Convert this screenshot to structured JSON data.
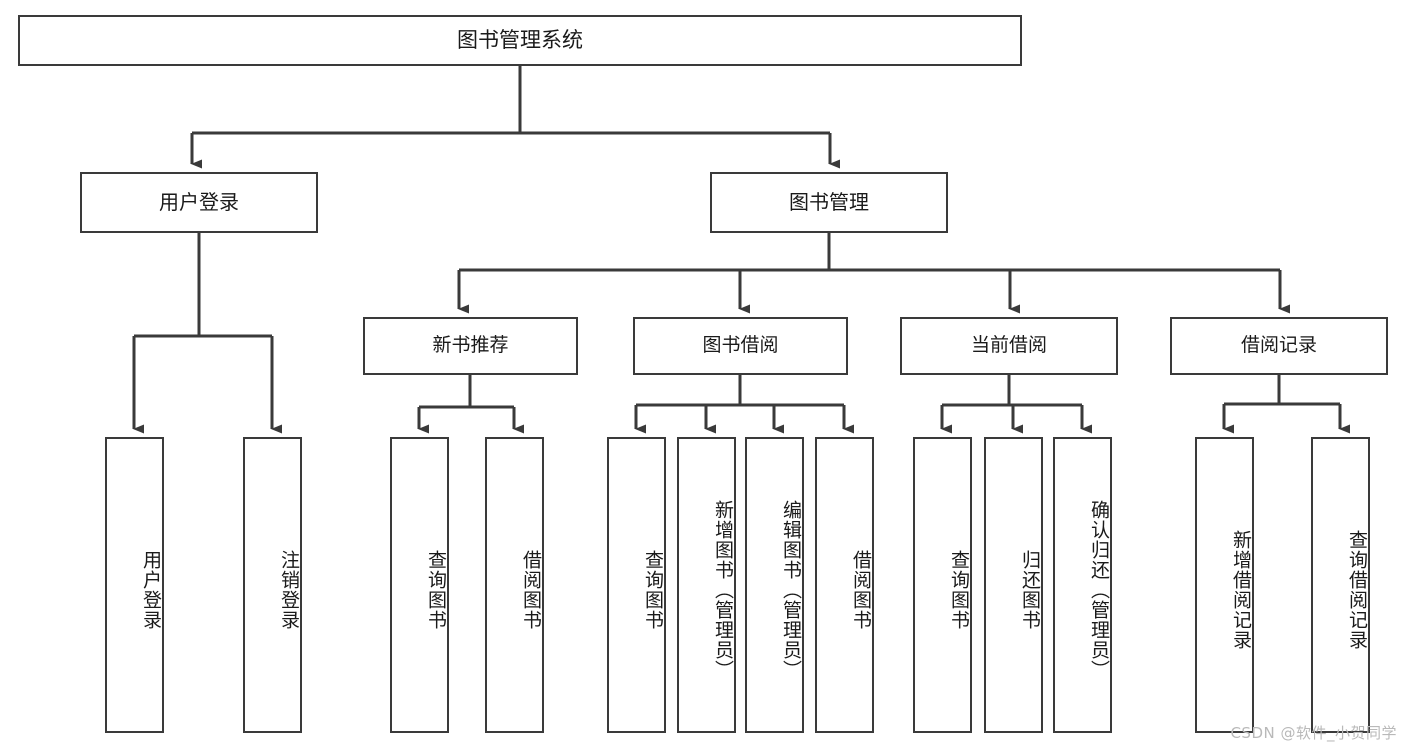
{
  "diagram": {
    "type": "tree",
    "title": "图书管理系统",
    "root": {
      "label": "图书管理系统"
    },
    "level2": [
      {
        "label": "用户登录"
      },
      {
        "label": "图书管理"
      }
    ],
    "level3": [
      {
        "label": "新书推荐"
      },
      {
        "label": "图书借阅"
      },
      {
        "label": "当前借阅"
      },
      {
        "label": "借阅记录"
      }
    ],
    "leaves": {
      "user_login": [
        {
          "label": "用户登录"
        },
        {
          "label": "注销登录"
        }
      ],
      "new_book_recommend": [
        {
          "label": "查询图书"
        },
        {
          "label": "借阅图书"
        }
      ],
      "book_borrow": [
        {
          "label": "查询图书"
        },
        {
          "label": "新增图书（管理员）"
        },
        {
          "label": "编辑图书（管理员）"
        },
        {
          "label": "借阅图书"
        }
      ],
      "current_borrow": [
        {
          "label": "查询图书"
        },
        {
          "label": "归还图书"
        },
        {
          "label": "确认归还（管理员）"
        }
      ],
      "borrow_record": [
        {
          "label": "新增借阅记录"
        },
        {
          "label": "查询借阅记录"
        }
      ]
    }
  },
  "watermark": {
    "text": "CSDN @软件_小贺同学"
  },
  "colors": {
    "border": "#3a3a3a",
    "background": "#ffffff",
    "text": "#1a1a1a",
    "watermark": "#b9b9b9"
  }
}
